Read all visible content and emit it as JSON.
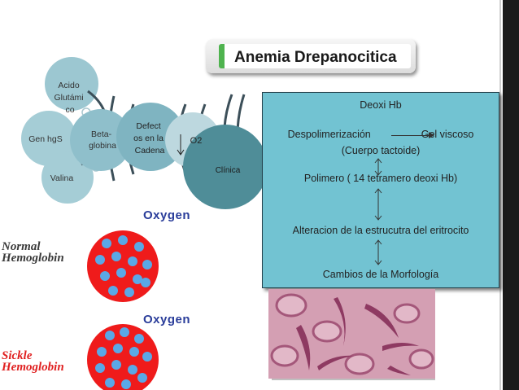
{
  "title": "Anemia Drepanocitica",
  "cycle": {
    "top": "Acido Glutámi co",
    "left": "Gen hgS",
    "center": "Beta-globina",
    "bottom": "Valina",
    "defectos": "Defect os en la Cadena",
    "o2": "O2",
    "clinica": "Clínica"
  },
  "info_box": {
    "line1": "Deoxi Hb",
    "line2_left": "Despolimerización",
    "line2_right": "Gel viscoso",
    "line3": "(Cuerpo tactoide)",
    "line4": "Polimero ( 14 tetramero  deoxi Hb)",
    "line5": "Alteracion de la estrucutra del eritrocito",
    "line6": "Cambios de la Morfología"
  },
  "normal": {
    "oxygen": "Oxygen",
    "label_1": "Normal",
    "label_2": "Hemoglobin"
  },
  "sickle": {
    "oxygen": "Oxygen",
    "label_1": "Sickle",
    "label_2": "Hemoglobin"
  },
  "colors": {
    "accent_green": "#4fb34f",
    "info_box": "#72c3d2",
    "circle_teal": "#8fbfcb",
    "circle_dark": "#4f8d98",
    "rbc_red": "#ef1b1b",
    "hb_blue": "#5aa8e6"
  }
}
